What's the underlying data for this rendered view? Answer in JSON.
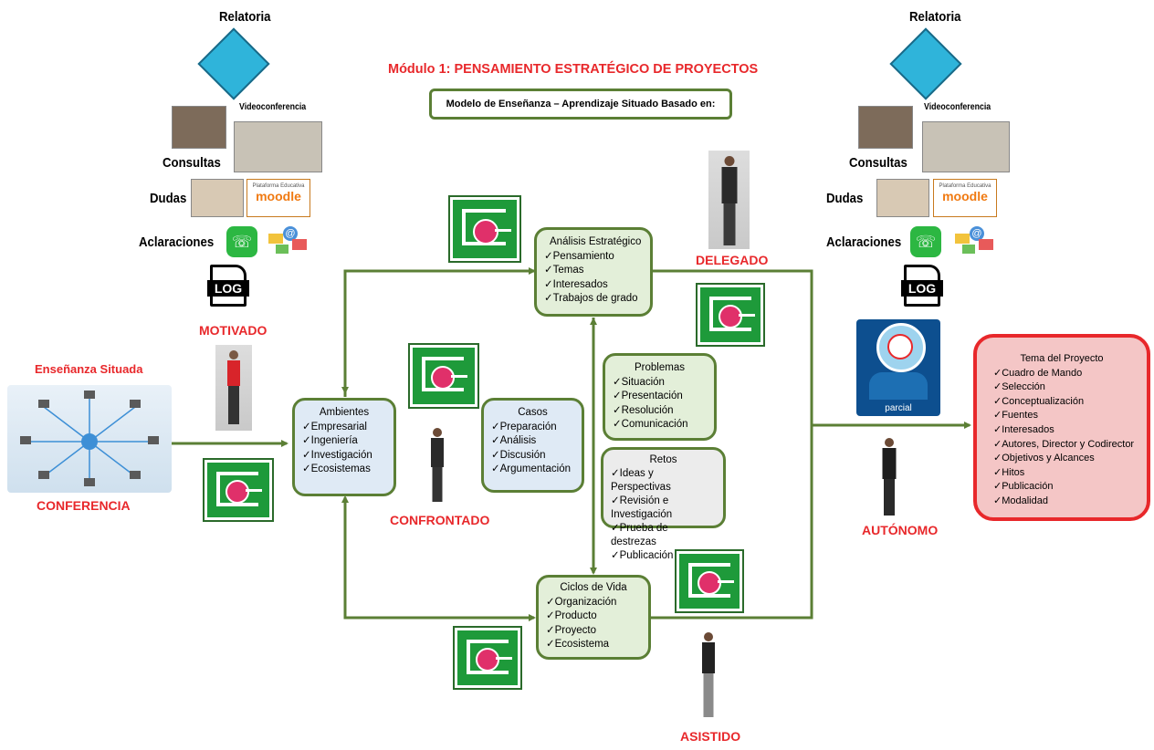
{
  "title": "Módulo 1:  PENSAMIENTO ESTRATÉGICO DE PROYECTOS",
  "subtitle": "Modelo de  Enseñanza  – Aprendizaje  Situado Basado  en:",
  "left": {
    "relatoria": "Relatoria",
    "videoconferencia": "Videoconferencia",
    "consultas": "Consultas",
    "dudas": "Dudas",
    "aclaraciones": "Aclaraciones",
    "moodle_top": "Plataforma Educativa",
    "moodle": "moodle",
    "log": "LOG",
    "motivado": "MOTIVADO"
  },
  "right": {
    "relatoria": "Relatoria",
    "videoconferencia": "Videoconferencia",
    "consultas": "Consultas",
    "dudas": "Dudas",
    "aclaraciones": "Aclaraciones",
    "moodle_top": "Plataforma Educativa",
    "moodle": "moodle",
    "log": "LOG",
    "parcial": "parcial"
  },
  "ensenanza_situada": "Enseñanza  Situada",
  "conferencia": "CONFERENCIA",
  "roles": {
    "delegado": "DELEGADO",
    "confrontado": "CONFRONTADO",
    "asistido": "ASISTIDO",
    "autonomo": "AUTÓNOMO"
  },
  "boxes": {
    "ambientes": {
      "title": "Ambientes",
      "items": [
        "✓Empresarial",
        "✓Ingeniería",
        "✓Investigación",
        "✓Ecosistemas"
      ]
    },
    "analisis": {
      "title": "Análisis Estratégico",
      "items": [
        "✓Pensamiento",
        "✓Temas",
        "✓Interesados",
        "✓Trabajos de grado"
      ]
    },
    "casos": {
      "title": "Casos",
      "items": [
        "✓Preparación",
        "✓Análisis",
        "✓Discusión",
        "✓Argumentación"
      ]
    },
    "problemas": {
      "title": "Problemas",
      "items": [
        "✓Situación",
        "✓Presentación",
        "✓Resolución",
        "✓Comunicación"
      ]
    },
    "retos": {
      "title": "Retos",
      "items": [
        "✓Ideas y Perspectivas",
        "✓Revisión e Investigación",
        "✓Prueba de destrezas",
        "✓Publicación"
      ]
    },
    "ciclos": {
      "title": "Ciclos de Vida",
      "items": [
        "✓Organización",
        "✓Producto",
        "✓Proyecto",
        "✓Ecosistema"
      ]
    },
    "tema": {
      "title": "Tema del Proyecto",
      "items": [
        "✓Cuadro de Mando",
        "✓Selección",
        "✓Conceptualización",
        "✓Fuentes",
        "✓Interesados",
        "✓Autores, Director y Codirector",
        "✓Objetivos y Alcances",
        "✓Hitos",
        "✓Publicación",
        "✓Modalidad"
      ]
    }
  },
  "colors": {
    "green": "#5b7f35",
    "red": "#e8282b",
    "badge": "#1e9a3a",
    "pink": "#e0306a"
  }
}
